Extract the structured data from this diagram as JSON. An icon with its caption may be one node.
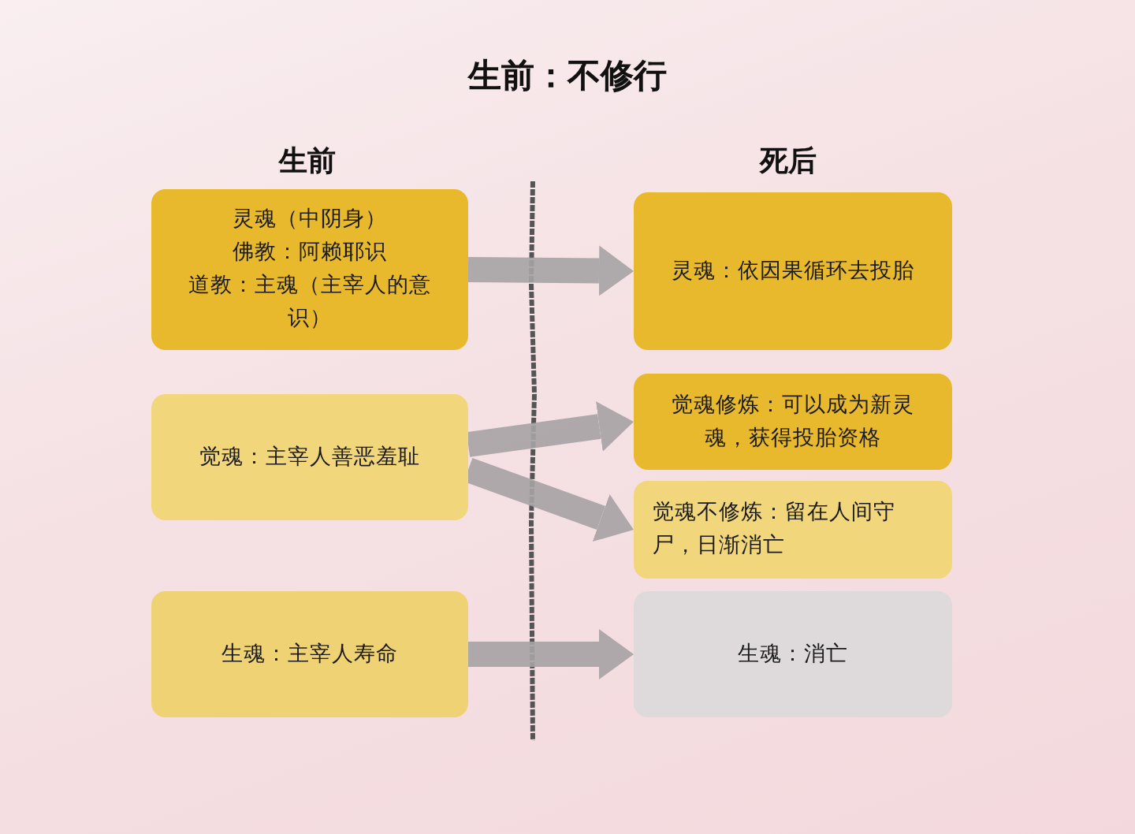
{
  "diagram": {
    "title": "生前：不修行",
    "nodes": [
      {
        "text": [
          "灵魂（中阴身）",
          "佛教：阿赖耶识",
          "道教：主魂（主宰人的意识）"
        ]
      },
      {
        "text": [
          "灵魂：依因果循环去投胎"
        ]
      },
      {
        "text": [
          "觉魂：主宰人善恶羞耻"
        ]
      },
      {
        "text": [
          "觉魂修炼：可以成为新灵魂，获得投胎资格"
        ]
      },
      {
        "text": [
          "觉魂不修炼：留在人间守尸，日渐消亡"
        ]
      },
      {
        "text": [
          "生魂：主宰人寿命"
        ]
      },
      {
        "text": [
          "生魂：消亡"
        ]
      }
    ],
    "edges": [
      {
        "from": 0,
        "to": 1,
        "arrow": "to"
      },
      {
        "from": 2,
        "to": 3,
        "arrow": "to"
      },
      {
        "from": 2,
        "to": 4,
        "arrow": "to"
      },
      {
        "from": 5,
        "to": 6,
        "arrow": "to"
      }
    ],
    "labels": [
      "生前",
      "死后"
    ]
  }
}
